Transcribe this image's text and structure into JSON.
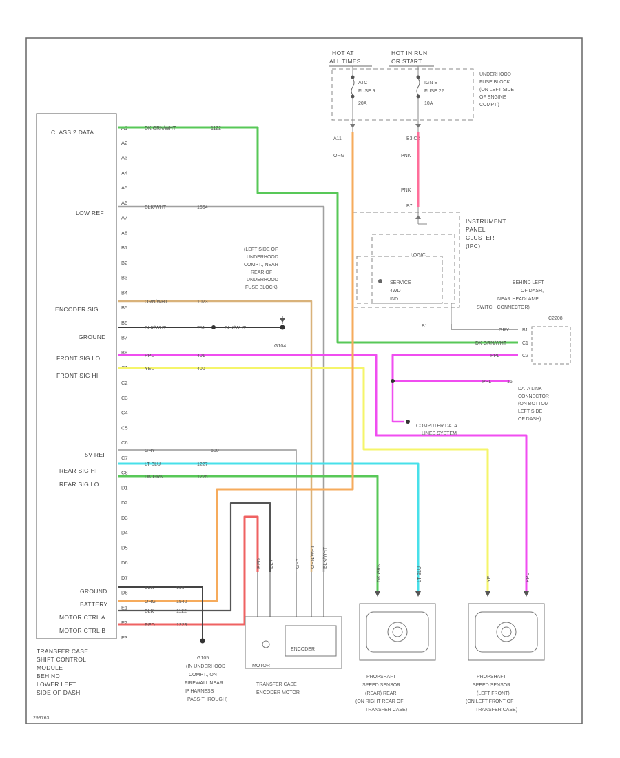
{
  "power": {
    "hot_at_all_times": [
      "HOT AT",
      "ALL TIMES"
    ],
    "hot_in_run": [
      "HOT IN RUN",
      "OR START"
    ],
    "fuse_a": [
      "ATC",
      "FUSE 9",
      "20A"
    ],
    "fuse_b": [
      "IGN E",
      "FUSE 22",
      "10A"
    ],
    "fuse_block": [
      "UNDERHOOD",
      "FUSE BLOCK",
      "(ON LEFT SIDE",
      "OF ENGINE",
      "COMPT.)"
    ],
    "wire_a_pin": "A11",
    "wire_a_color": "ORG",
    "wire_b_pins": "B3   C2",
    "wire_b_color1": "PNK",
    "wire_b_color2": "PNK",
    "ipc_pin": "B7",
    "ipc": [
      "INSTRUMENT",
      "PANEL",
      "CLUSTER",
      "(IPC)"
    ],
    "logic": "LOGIC",
    "service_4wd": [
      "SERVICE",
      "4WD",
      "IND"
    ],
    "ipc_out_pin": "B1"
  },
  "module": {
    "title": [
      "TRANSFER CASE",
      "SHIFT CONTROL",
      "MODULE",
      "BEHIND",
      "LOWER LEFT",
      "SIDE OF DASH"
    ],
    "labels": {
      "class2": "CLASS 2 DATA",
      "low_ref": "LOW REF",
      "encoder_sig": "ENCODER SIG",
      "ground": "GROUND",
      "front_sig_lo": "FRONT SIG LO",
      "front_sig_hi": "FRONT SIG HI",
      "v5_ref": "+5V REF",
      "rear_sig_hi": "REAR SIG HI",
      "rear_sig_lo": "REAR SIG LO",
      "ground2": "GROUND",
      "battery": "BATTERY",
      "motor_a": "MOTOR CTRL A",
      "motor_b": "MOTOR CTRL B"
    },
    "pins": [
      "A1",
      "A2",
      "A3",
      "A4",
      "A5",
      "A6",
      "A7",
      "A8",
      "B1",
      "B2",
      "B3",
      "B4",
      "B5",
      "B6",
      "B7",
      "B8",
      "C1",
      "C2",
      "C3",
      "C4",
      "C5",
      "C6",
      "C7",
      "C8",
      "D1",
      "D2",
      "D3",
      "D4",
      "D5",
      "D6",
      "D7",
      "D8",
      "E1",
      "E2",
      "E3"
    ]
  },
  "wires": {
    "class2": [
      "DK GRN/WHT",
      "1122"
    ],
    "low_ref": [
      "BLK/WHT",
      "1554"
    ],
    "encoder": [
      "ORN/WHT",
      "1023"
    ],
    "ground": [
      "BLK/WHT",
      "751",
      "BLK/WHT"
    ],
    "front_lo": [
      "PPL",
      "401"
    ],
    "front_hi": [
      "YEL",
      "400"
    ],
    "v5ref": [
      "GRY",
      "600"
    ],
    "rear_hi": [
      "LT BLU",
      "1227"
    ],
    "rear_lo": [
      "DK GRN",
      "1225"
    ],
    "gnd2": [
      "BLK",
      "650"
    ],
    "battery": [
      "ORG",
      "1540"
    ],
    "motor_a": [
      "BLK",
      "1122"
    ],
    "motor_b": [
      "RED",
      "1228"
    ]
  },
  "splice_g104": "G104",
  "splice_note": [
    "(LEFT SIDE OF",
    "UNDERHOOD",
    "COMPT., NEAR",
    "REAR OF",
    "UNDERHOOD",
    "FUSE BLOCK)"
  ],
  "dlc": {
    "location": [
      "BEHIND LEFT",
      "OF DASH,",
      "NEAR HEADLAMP",
      "SWITCH CONNECTOR)",
      "C2208"
    ],
    "wire_gry": "GRY",
    "wire_dkgrn": "DK GRN/WHT",
    "wire_ppl": "PPL",
    "wire_ppl2": "PPL",
    "pins": [
      "B1",
      "C1",
      "C2"
    ],
    "connector": [
      "DATA LINK",
      "CONNECTOR",
      "(ON BOTTOM",
      "LEFT SIDE",
      "OF DASH)"
    ],
    "pin16": "16",
    "computer_bus": [
      "COMPUTER DATA",
      "LINES SYSTEM"
    ]
  },
  "g105": {
    "id": "G105",
    "desc": [
      "(IN UNDERHOOD",
      "COMPT., ON",
      "FIREWALL NEAR",
      "IP HARNESS",
      "PASS-THROUGH)"
    ]
  },
  "motor": {
    "title": [
      "TRANSFER CASE",
      "ENCODER MOTOR"
    ],
    "motor": "MOTOR",
    "encoder": "ENCODER",
    "wires": [
      "RED",
      "BLK",
      "GRY",
      "ORN/WHT",
      "BLK/WHT"
    ]
  },
  "sensor_rear": {
    "wires": [
      "DK GRN",
      "LT BLU"
    ],
    "title": [
      "PROPSHAFT",
      "SPEED SENSOR",
      "(REAR) REAR",
      "(ON RIGHT REAR OF",
      "TRANSFER CASE)"
    ]
  },
  "sensor_front": {
    "wires": [
      "YEL",
      "PPL"
    ],
    "title": [
      "PROPSHAFT",
      "SPEED SENSOR",
      "(LEFT FRONT)",
      "(ON LEFT FRONT OF",
      "TRANSFER CASE)"
    ]
  },
  "footer_code": "299763",
  "colors": {
    "green": "#58c858",
    "orange": "#f6ab5c",
    "magenta": "#f04ef0",
    "yellow": "#f5f56a",
    "cyan": "#48e0ea",
    "red": "#ef6262",
    "pink": "#ff6e9a",
    "gray": "#9a9a9a",
    "tan": "#d9b27a",
    "black": "#3a3a3a"
  }
}
